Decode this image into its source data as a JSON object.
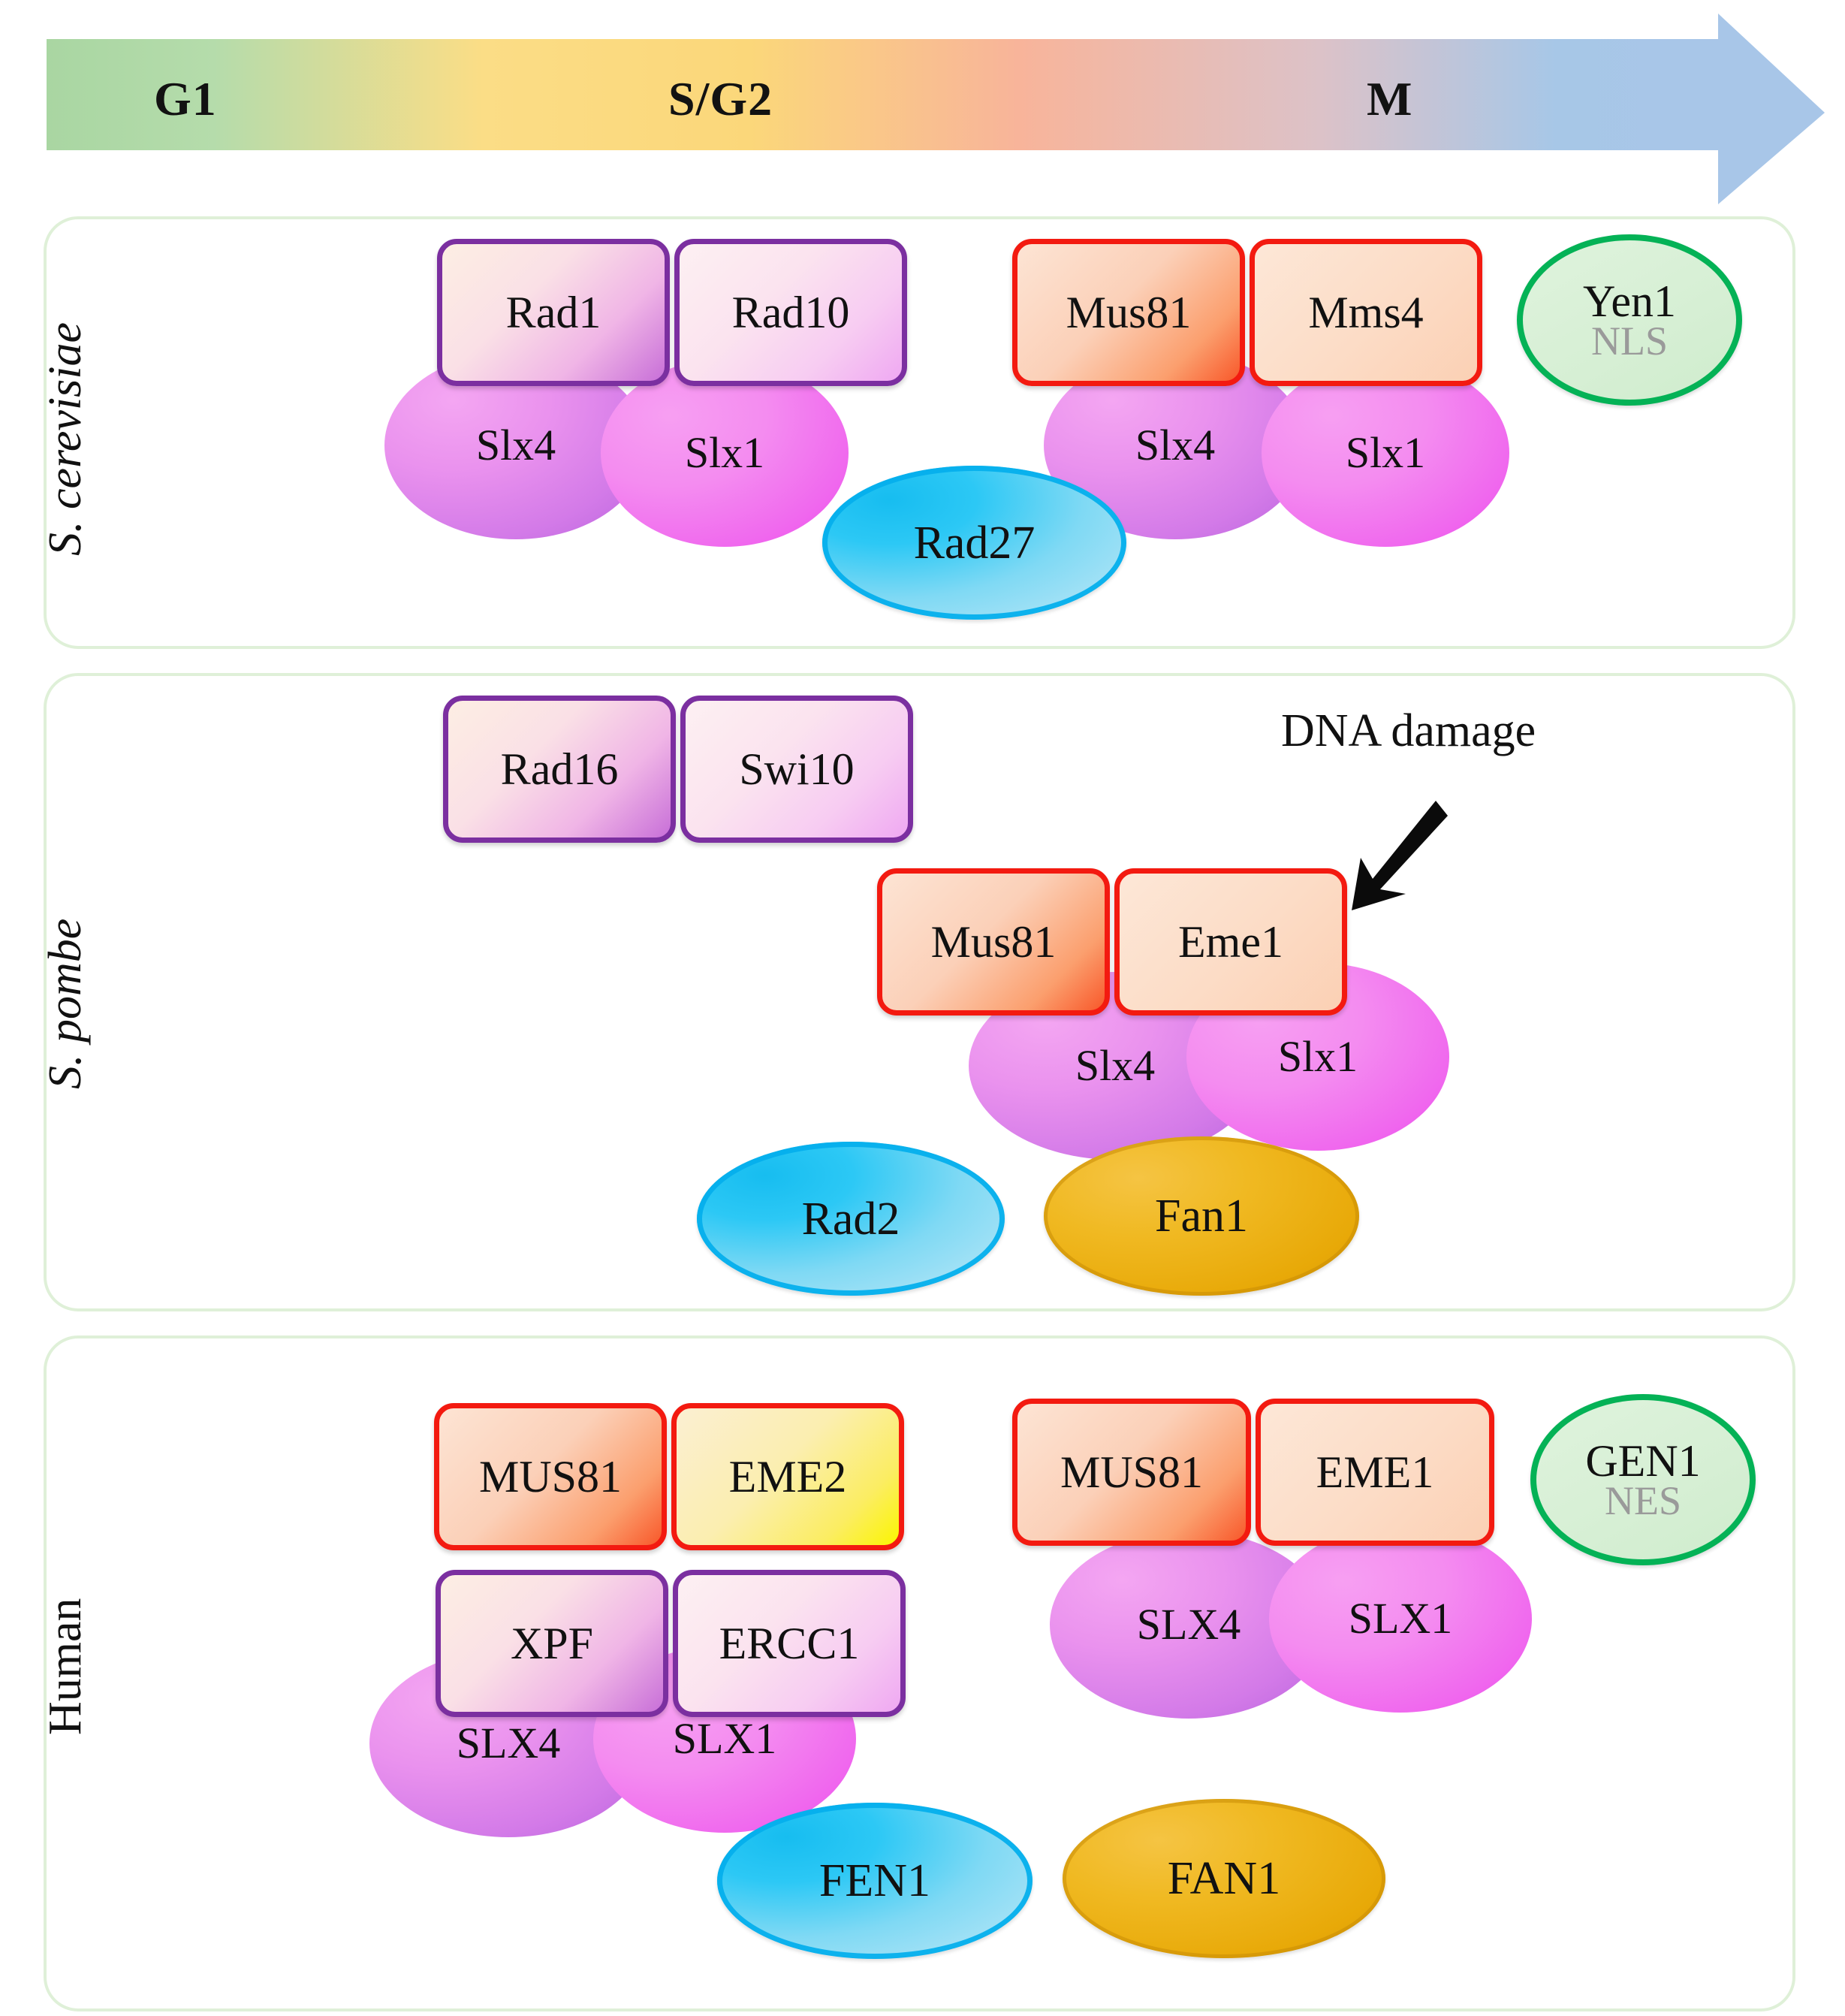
{
  "cell_cycle": {
    "phases": [
      {
        "label": "G1",
        "color": "#a9d6a2"
      },
      {
        "label": "S/G2",
        "color": "#fbd77a"
      },
      {
        "label": "M",
        "color": "#a8c6e8"
      }
    ],
    "arrow_colors": {
      "start": "#a9d6a2",
      "mid1": "#fbdd86",
      "mid2": "#f8b49a",
      "end": "#a7c7e7"
    },
    "arrow_head_color": "#a8c6e8"
  },
  "annotation": {
    "dna_damage": "DNA damage",
    "arrow_icon": "down-left-arrow-icon"
  },
  "panels": [
    {
      "species": "S. cerevisiae",
      "italic": true,
      "nodes": [
        {
          "name": "rad1",
          "label": "Rad1",
          "kind": "box-purple"
        },
        {
          "name": "rad10",
          "label": "Rad10",
          "kind": "box-purple-light"
        },
        {
          "name": "slx4-a",
          "label": "Slx4",
          "kind": "ellipse-violet"
        },
        {
          "name": "slx1-a",
          "label": "Slx1",
          "kind": "ellipse-magenta"
        },
        {
          "name": "mus81",
          "label": "Mus81",
          "kind": "box-red"
        },
        {
          "name": "mms4",
          "label": "Mms4",
          "kind": "box-red-pale"
        },
        {
          "name": "slx4-b",
          "label": "Slx4",
          "kind": "ellipse-violet"
        },
        {
          "name": "slx1-b",
          "label": "Slx1",
          "kind": "ellipse-magenta"
        },
        {
          "name": "yen1",
          "label": "Yen1",
          "sub": "NLS",
          "kind": "ellipse-green"
        },
        {
          "name": "rad27",
          "label": "Rad27",
          "kind": "ellipse-blue"
        }
      ]
    },
    {
      "species": "S. pombe",
      "italic": true,
      "nodes": [
        {
          "name": "rad16",
          "label": "Rad16",
          "kind": "box-purple"
        },
        {
          "name": "swi10",
          "label": "Swi10",
          "kind": "box-purple-light"
        },
        {
          "name": "mus81",
          "label": "Mus81",
          "kind": "box-red"
        },
        {
          "name": "eme1",
          "label": "Eme1",
          "kind": "box-red-pale"
        },
        {
          "name": "slx4",
          "label": "Slx4",
          "kind": "ellipse-violet"
        },
        {
          "name": "slx1",
          "label": "Slx1",
          "kind": "ellipse-magenta"
        },
        {
          "name": "rad2",
          "label": "Rad2",
          "kind": "ellipse-blue"
        },
        {
          "name": "fan1",
          "label": "Fan1",
          "kind": "ellipse-gold"
        }
      ]
    },
    {
      "species": "Human",
      "italic": false,
      "nodes": [
        {
          "name": "mus81-s",
          "label": "MUS81",
          "kind": "box-red"
        },
        {
          "name": "eme2",
          "label": "EME2",
          "kind": "box-red-yellow"
        },
        {
          "name": "xpf",
          "label": "XPF",
          "kind": "box-purple"
        },
        {
          "name": "ercc1",
          "label": "ERCC1",
          "kind": "box-purple-light"
        },
        {
          "name": "slx4-a",
          "label": "SLX4",
          "kind": "ellipse-violet"
        },
        {
          "name": "slx1-a",
          "label": "SLX1",
          "kind": "ellipse-magenta"
        },
        {
          "name": "mus81-m",
          "label": "MUS81",
          "kind": "box-red"
        },
        {
          "name": "eme1",
          "label": "EME1",
          "kind": "box-red-pale"
        },
        {
          "name": "slx4-b",
          "label": "SLX4",
          "kind": "ellipse-violet"
        },
        {
          "name": "slx1-b",
          "label": "SLX1",
          "kind": "ellipse-magenta"
        },
        {
          "name": "gen1",
          "label": "GEN1",
          "sub": "NES",
          "kind": "ellipse-green"
        },
        {
          "name": "fen1",
          "label": "FEN1",
          "kind": "ellipse-blue"
        },
        {
          "name": "fan1",
          "label": "FAN1",
          "kind": "ellipse-gold"
        }
      ]
    }
  ],
  "colors": {
    "panel_border": "#dff0d8",
    "box_purple_border": "#7b2fa0",
    "box_red_border": "#f31a10",
    "ellipse_green_border": "#04b256",
    "ellipse_blue": "#05afec",
    "ellipse_gold": "#e8a908",
    "ellipse_magenta": "#ec4ceb",
    "sub_text": "#9a9a9a"
  }
}
